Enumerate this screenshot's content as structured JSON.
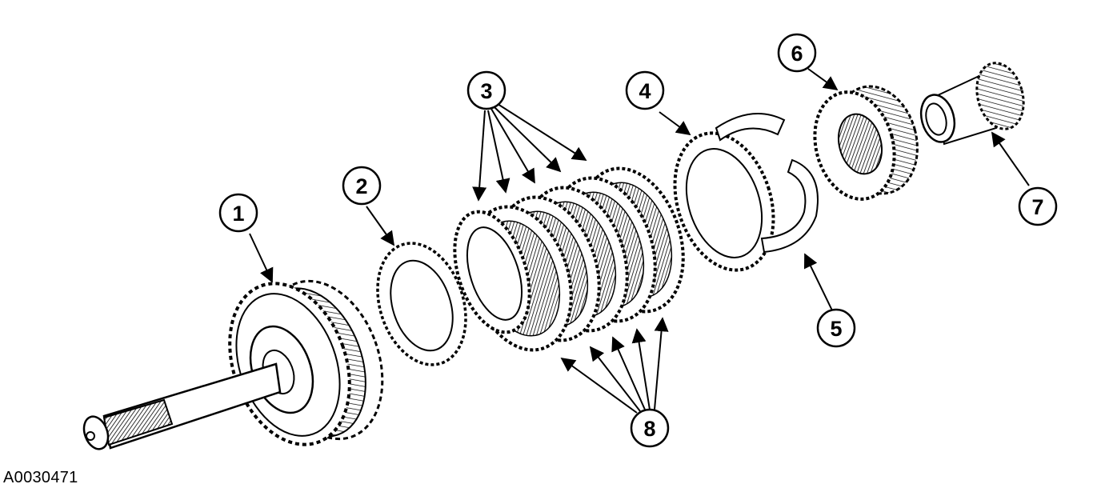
{
  "figure_id": "A0030471",
  "callouts": [
    {
      "id": "1",
      "label": "1"
    },
    {
      "id": "2",
      "label": "2"
    },
    {
      "id": "3",
      "label": "3"
    },
    {
      "id": "4",
      "label": "4"
    },
    {
      "id": "5",
      "label": "5"
    },
    {
      "id": "6",
      "label": "6"
    },
    {
      "id": "7",
      "label": "7"
    },
    {
      "id": "8",
      "label": "8"
    }
  ],
  "colors": {
    "line": "#000000",
    "background": "#ffffff"
  }
}
